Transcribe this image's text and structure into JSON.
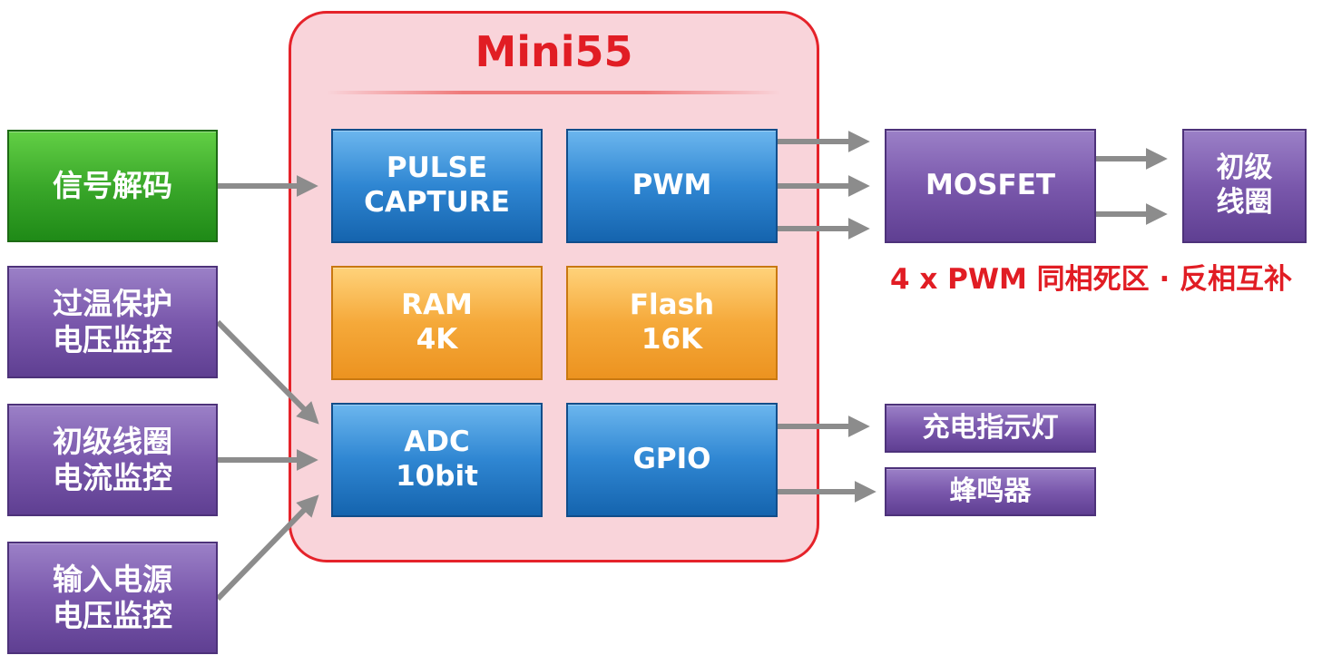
{
  "chip": {
    "title": "Mini55",
    "modules": {
      "pulse_capture": "PULSE\nCAPTURE",
      "pwm": "PWM",
      "ram": "RAM\n4K",
      "flash": "Flash\n16K",
      "adc": "ADC\n10bit",
      "gpio": "GPIO"
    }
  },
  "inputs": {
    "signal_decode": "信号解码",
    "overtemp_voltage": "过温保护\n电压监控",
    "primary_coil_current": "初级线圈\n电流监控",
    "input_power_voltage": "输入电源\n电压监控"
  },
  "outputs": {
    "mosfet": "MOSFET",
    "primary_coil": "初级\n线圈",
    "charge_led": "充电指示灯",
    "buzzer": "蜂鸣器"
  },
  "annotations": {
    "pwm_note": "4 x PWM 同相死区 · 反相互补"
  },
  "colors": {
    "chip_border": "#e5232a",
    "chip_fill": "#f9d4da",
    "title_red": "#e11d24",
    "arrow_gray": "#8c8c8c",
    "green_box": "#3aa82a",
    "purple_box": "#7a58ac",
    "blue_box": "#2f86d2",
    "orange_box": "#f5a93a"
  }
}
